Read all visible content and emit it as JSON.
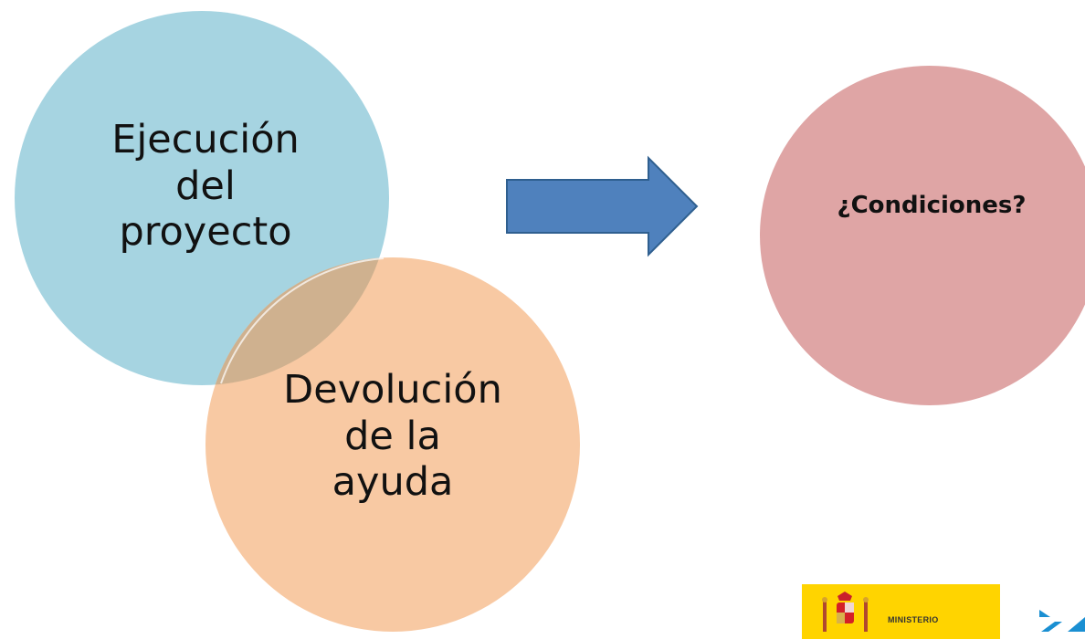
{
  "diagram": {
    "circle_left_top": {
      "lines": [
        "Ejecución",
        "del",
        "proyecto"
      ],
      "color": "#a6d4e1"
    },
    "circle_left_bottom": {
      "lines": [
        "Devolución",
        "de la",
        "ayuda"
      ],
      "color": "#f8c9a3"
    },
    "overlap_color": "#cfb18f",
    "arrow": {
      "direction": "right",
      "fill": "#4f81bd",
      "stroke": "#2f5f8f"
    },
    "circle_right": {
      "label": "¿Condiciones?",
      "color": "#dfa5a5"
    }
  },
  "logo": {
    "text": "MINISTERIO",
    "background": "#ffd400",
    "icon": "coat-of-arms-icon"
  },
  "corner_mark": {
    "icon": "blue-chevron-icon",
    "color": "#2b8ac2"
  }
}
